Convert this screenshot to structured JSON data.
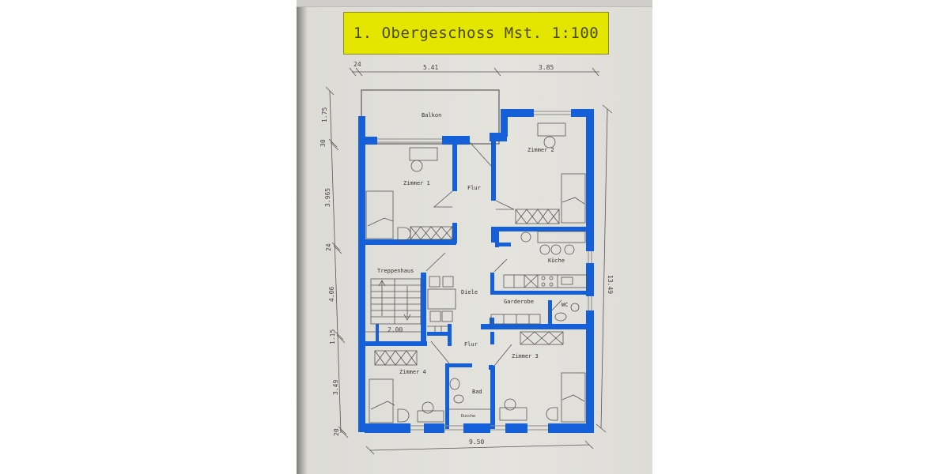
{
  "title": "1. Obergeschoss Mst. 1:100",
  "colors": {
    "title_bg": "#e5e600",
    "wall": "#1560d8",
    "paper": "#e4e3de",
    "lines": "#555555"
  },
  "dimensions": {
    "top": [
      "24",
      "5.41",
      "3.85"
    ],
    "left": [
      "1.75",
      "30",
      "3.965",
      "24",
      "4.06",
      "1.15",
      "3.49",
      "20"
    ],
    "right": [
      "13.49"
    ],
    "bottom": [
      "9.50"
    ],
    "stair_width": "2.00"
  },
  "rooms": {
    "balcony": "Balkon",
    "room1": "Zimmer 1",
    "room2": "Zimmer 2",
    "room3": "Zimmer 3",
    "room4": "Zimmer 4",
    "hall_top": "Flur",
    "hall_bottom": "Flur",
    "stairwell": "Treppenhaus",
    "lobby": "Diele",
    "kitchen": "Küche",
    "wardrobe": "Garderobe",
    "wc": "WC",
    "bath": "Bad",
    "shower": "Dusche"
  }
}
